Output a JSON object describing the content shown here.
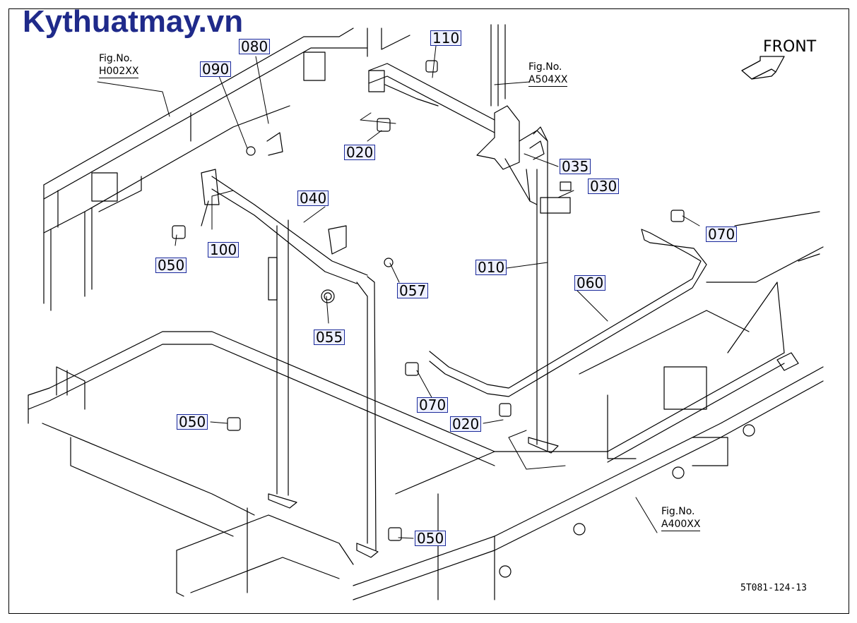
{
  "watermark": "Kythuatmay.vn",
  "front_label": "FRONT",
  "drawing_number": "5T081-124-13",
  "fig_refs": [
    {
      "label": "Fig.No.",
      "code": "H002XX"
    },
    {
      "label": "Fig.No.",
      "code": "A504XX"
    },
    {
      "label": "Fig.No.",
      "code": "A400XX"
    }
  ],
  "parts": [
    "110",
    "080",
    "090",
    "020",
    "040",
    "035",
    "030",
    "070",
    "050",
    "100",
    "057",
    "010",
    "060",
    "055",
    "070",
    "050",
    "020",
    "050"
  ],
  "colors": {
    "callout_border": "#1b2a9a",
    "callout_fill": "#eef0ff",
    "watermark": "#1f2a8a",
    "line": "#000000"
  }
}
